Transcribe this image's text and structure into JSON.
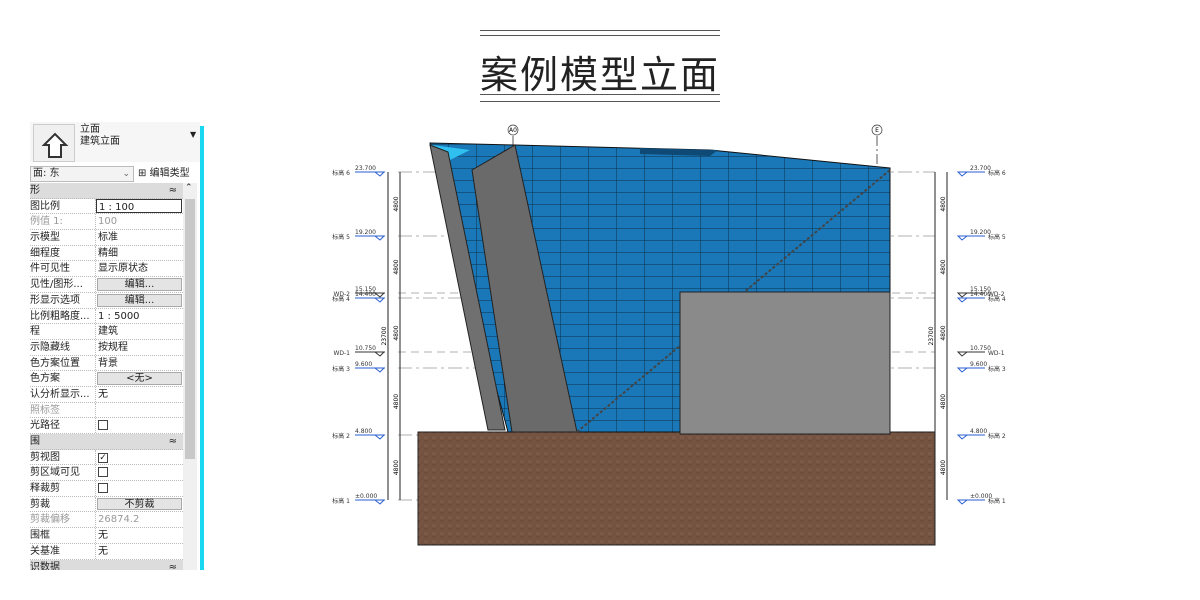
{
  "title": "案例模型立面",
  "properties": {
    "type_line1": "立面",
    "type_line2": "建筑立面",
    "view_selector": "面: 东",
    "edit_type": "编辑类型",
    "rows": [
      {
        "hdr": true,
        "k": "形"
      },
      {
        "k": "图比例",
        "v": "1 : 100",
        "kind": "input"
      },
      {
        "k": "例值 1:",
        "v": "100",
        "gray": true
      },
      {
        "k": "示模型",
        "v": "标准"
      },
      {
        "k": "细程度",
        "v": "精细"
      },
      {
        "k": "件可见性",
        "v": "显示原状态"
      },
      {
        "k": "见性/图形...",
        "v": "编辑...",
        "kind": "button"
      },
      {
        "k": "形显示选项",
        "v": "编辑...",
        "kind": "button"
      },
      {
        "k": "比例粗略度...",
        "v": "1 : 5000"
      },
      {
        "k": "程",
        "v": "建筑"
      },
      {
        "k": "示隐藏线",
        "v": "按规程"
      },
      {
        "k": "色方案位置",
        "v": "背景"
      },
      {
        "k": "色方案",
        "v": "<无>",
        "kind": "button"
      },
      {
        "k": "认分析显示...",
        "v": "无"
      },
      {
        "k": "照标签",
        "v": "",
        "gray": true
      },
      {
        "k": "光路径",
        "kind": "checkbox",
        "checked": false
      },
      {
        "hdr": true,
        "k": "围"
      },
      {
        "k": "剪视图",
        "kind": "checkbox",
        "checked": true
      },
      {
        "k": "剪区域可见",
        "kind": "checkbox",
        "checked": false
      },
      {
        "k": "释裁剪",
        "kind": "checkbox",
        "checked": false
      },
      {
        "k": "剪裁",
        "v": "不剪裁",
        "kind": "button"
      },
      {
        "k": "剪裁偏移",
        "v": "26874.2",
        "gray": true
      },
      {
        "k": "围框",
        "v": "无"
      },
      {
        "k": "关基准",
        "v": "无"
      },
      {
        "hdr": true,
        "k": "识数据"
      }
    ]
  },
  "elevation": {
    "grids": [
      "A0",
      "E"
    ],
    "levels": [
      {
        "name": "标高 6",
        "value": "23.700",
        "kind": "level"
      },
      {
        "name": "标高 5",
        "value": "19.200",
        "kind": "level"
      },
      {
        "name": "WD-2",
        "value": "15.150",
        "kind": "ref"
      },
      {
        "name": "标高 4",
        "value": "14.400",
        "kind": "level"
      },
      {
        "name": "WD-1",
        "value": "10.750",
        "kind": "ref"
      },
      {
        "name": "标高 3",
        "value": "9.600",
        "kind": "level"
      },
      {
        "name": "标高 2",
        "value": "4.800",
        "kind": "level"
      },
      {
        "name": "标高 1",
        "value": "±0.000",
        "kind": "level"
      }
    ],
    "dims": [
      "4800",
      "4800",
      "4800",
      "4800",
      "4800"
    ],
    "total_dim": "23700",
    "colors": {
      "glass": "#1a78b8",
      "panel": "#808080",
      "ground": "#6b4a38"
    }
  }
}
